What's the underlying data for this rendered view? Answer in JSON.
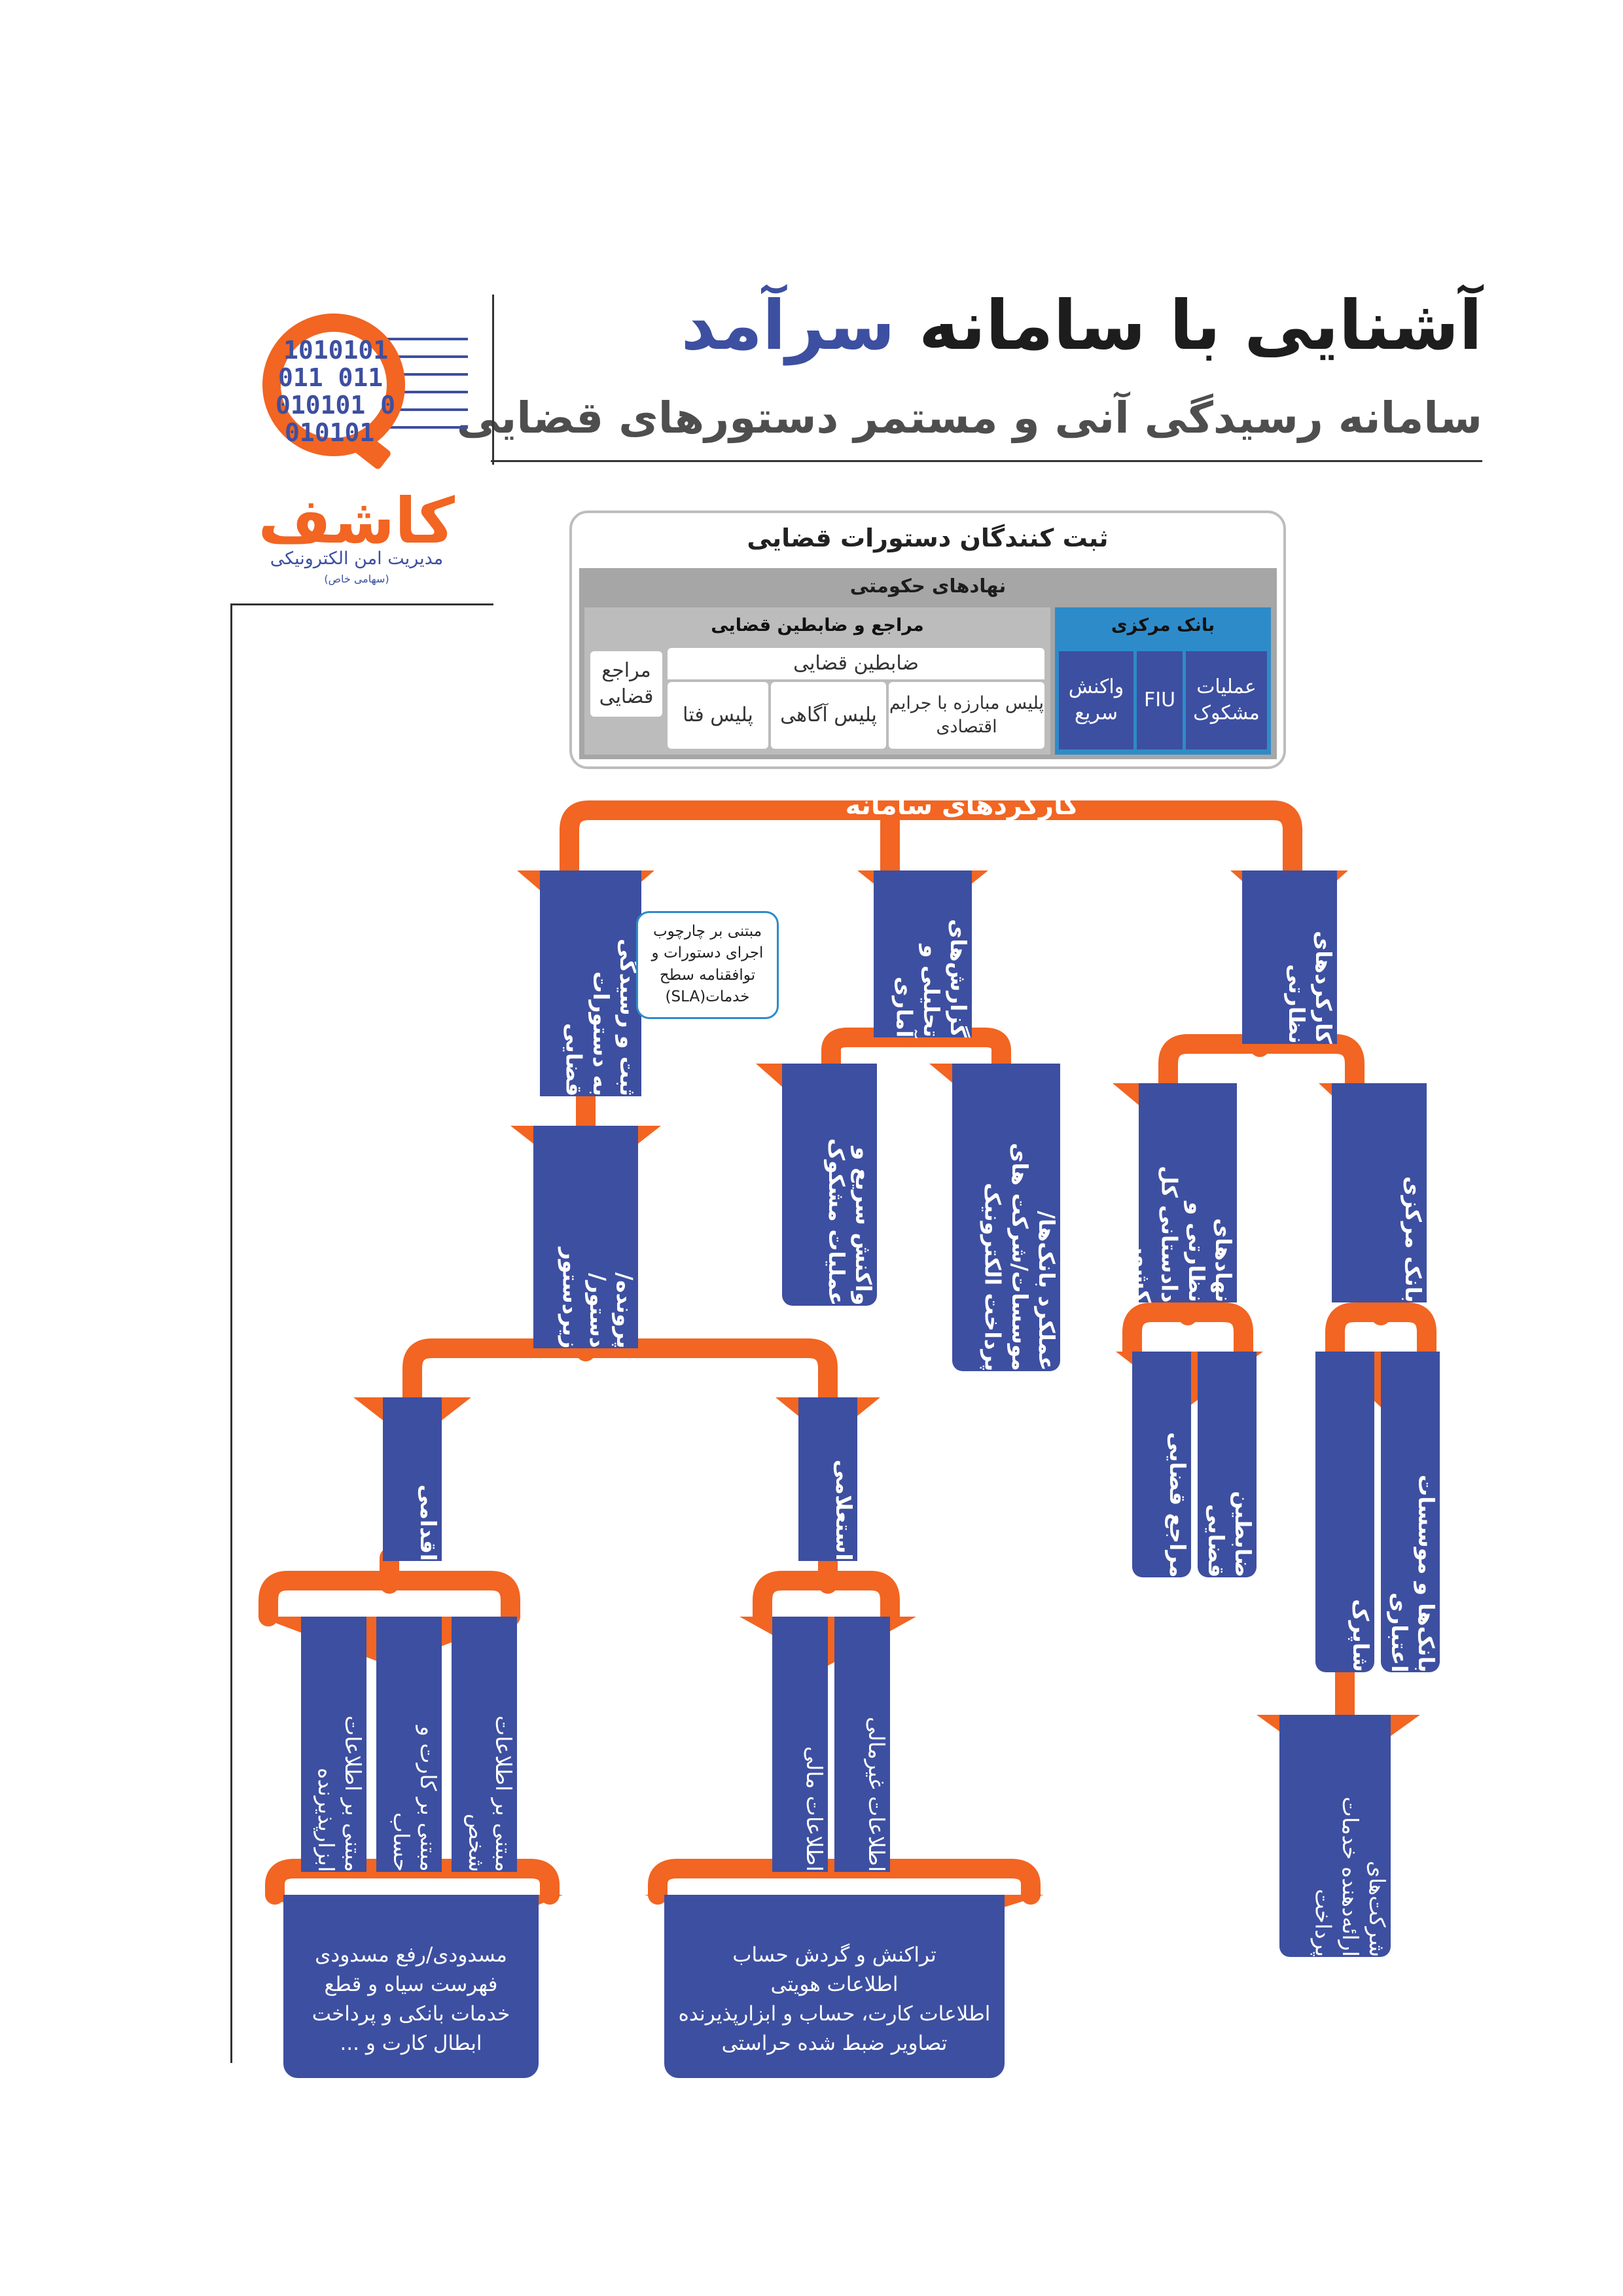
{
  "title": {
    "prefix": "آشنایی با سامانه ",
    "highlight": "سرآمد"
  },
  "subtitle": "سامانه رسیدگی آنی و مستمر دستورهای قضایی",
  "logo": {
    "binary_rows": [
      "1010101",
      "011 011",
      "010101 0",
      "010101"
    ],
    "name": "کاشف",
    "tagline": "مدیریت امن الکترونیکی",
    "tagline_small": "(سهامی خاص)"
  },
  "registrars": {
    "title": "ثبت کنندگان دستورات قضایی",
    "government": "نهادهای حکومتی",
    "central_bank": {
      "title": "بانک مرکزی",
      "items": [
        "عملیات مشکوک",
        "FIU",
        "واکنش سریع"
      ]
    },
    "judicial": {
      "title": "مراجع و ضابطین قضایی",
      "authorities": "مراجع قضایی",
      "officers_title": "ضابطین قضایی",
      "officers": [
        "پلیس مبارزه با جرایم اقتصادی",
        "پلیس آگاهی",
        "پلیس فتا"
      ]
    }
  },
  "functions_title": "کارکردهای سامانه",
  "nodes": {
    "register": "ثبت و رسیدگی به دستورات قضایی",
    "sla_note": "مبتنی بر چارچوب اجرای دستورات و توافقنامه سطح خدمات(SLA)",
    "reports": "گزارش‌های تحلیلی و آماری",
    "supervision": "کارکردهای نظارتی",
    "case": "پرونده/دستور/زیردستور",
    "quick_response": "واکنش سریع و عملیات مشکوک",
    "bank_performance": "عملکرد بانک‌ها/موسسات/شرکت های پرداخت الکترونیک",
    "oversight_bodies": "نهادهای نظارتی و دادستانی کل کشور",
    "central_bank": "بانک مرکزی",
    "judicial_authorities": "مراجع قضایی",
    "judicial_officers": "ضابطین قضایی",
    "shaparak": "شاپرک",
    "banks_credit": "بانک‌ها و موسسات اعتباری",
    "psp": "شرکت‌های ارائه‌دهنده خدمات پرداخت",
    "action": "اقدامی",
    "inquiry": "استعلامی",
    "by_tool": "مبتنی بر اطلاعات ابزارپذیرنده",
    "by_card": "مبتنی بر کارت و حساب",
    "by_person": "مبتنی بر اطلاعات شخص",
    "financial": "اطلاعات مالی",
    "non_financial": "اطلاعات غیرمالی",
    "action_results": [
      "مسدودی/رفع مسدودی",
      "فهرست سیاه و قطع",
      "خدمات بانکی و پرداخت",
      "ابطال کارت و ..."
    ],
    "inquiry_results": [
      "تراکنش و گردش حساب",
      "اطلاعات هویتی",
      "اطلاعات کارت، حساب و ابزارپذیرنده",
      "تصاویر ضبط شده حراستی"
    ]
  },
  "colors": {
    "orange": "#f26522",
    "blue": "#3d4fa0",
    "sky": "#2e8bc9",
    "gray": "#a6a6a6"
  }
}
